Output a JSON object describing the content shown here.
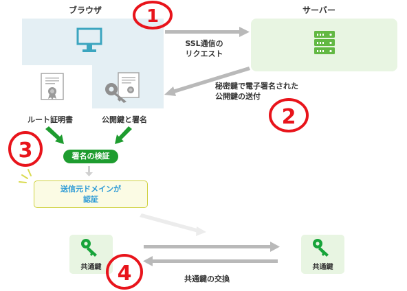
{
  "browser": {
    "label": "ブラウザ"
  },
  "server": {
    "label": "サーバー"
  },
  "request": {
    "line1": "SSL通信の",
    "line2": "リクエスト"
  },
  "response": {
    "line1": "秘密鍵で電子署名された",
    "line2": "公開鍵の送付"
  },
  "root_cert": {
    "label": "ルート証明書"
  },
  "pubkey_sig": {
    "label": "公開鍵と署名"
  },
  "verify": {
    "label": "署名の検証"
  },
  "auth": {
    "line1": "送信元ドメインが",
    "line2": "認証"
  },
  "shared_left": {
    "label": "共通鍵"
  },
  "shared_right": {
    "label": "共通鍵"
  },
  "exchange": {
    "label": "共通鍵の交換"
  },
  "steps": [
    "1",
    "2",
    "3",
    "4"
  ],
  "colors": {
    "browser_bg": "#e4eff4",
    "server_bg": "#e8f5e2",
    "monitor": "#3ba5bf",
    "server_icon": "#62b843",
    "green": "#1e9c2f",
    "key_green": "#17a43a",
    "auth_border": "#cfd13f",
    "auth_bg": "#fbfbe4",
    "auth_text": "#2c9ad6",
    "gray_arrow": "#b9b9b9",
    "red": "#e8141b"
  }
}
